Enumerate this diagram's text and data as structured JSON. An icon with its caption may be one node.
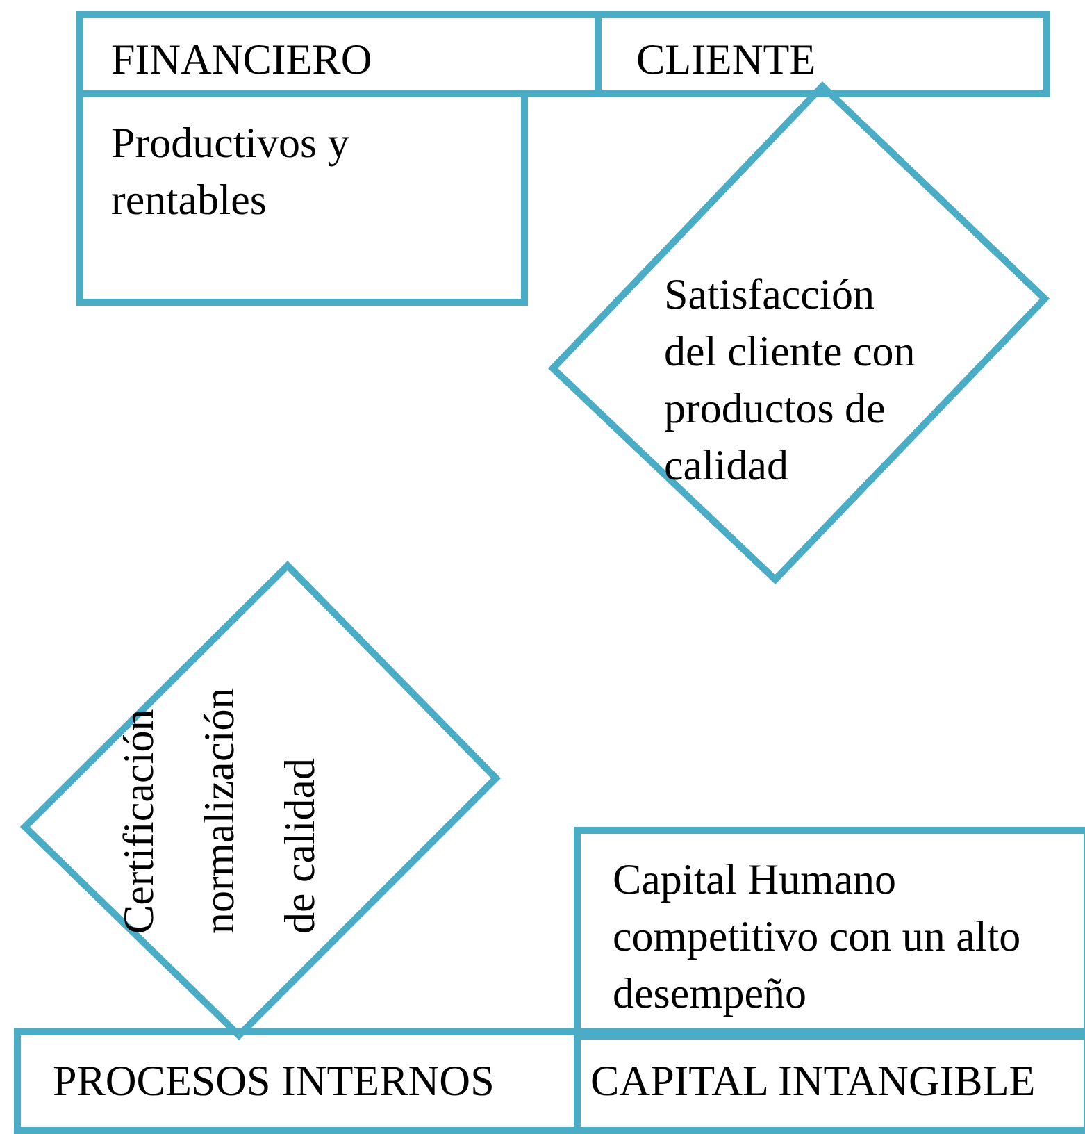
{
  "diagram": {
    "nodes": [
      {
        "text": [
          "FINANCIERO"
        ]
      },
      {
        "text": [
          "CLIENTE"
        ]
      },
      {
        "text": [
          "Productivos y rentables"
        ]
      },
      {
        "text": [
          "Satisfacción del cliente con productos de calidad"
        ]
      },
      {
        "text": [
          "Certificación normalización de calidad"
        ]
      },
      {
        "text": [
          "Capital Humano competitivo con un alto desempeño"
        ]
      },
      {
        "text": [
          "PROCESOS INTERNOS"
        ]
      },
      {
        "text": [
          "CAPITAL INTANGIBLE"
        ]
      }
    ]
  }
}
